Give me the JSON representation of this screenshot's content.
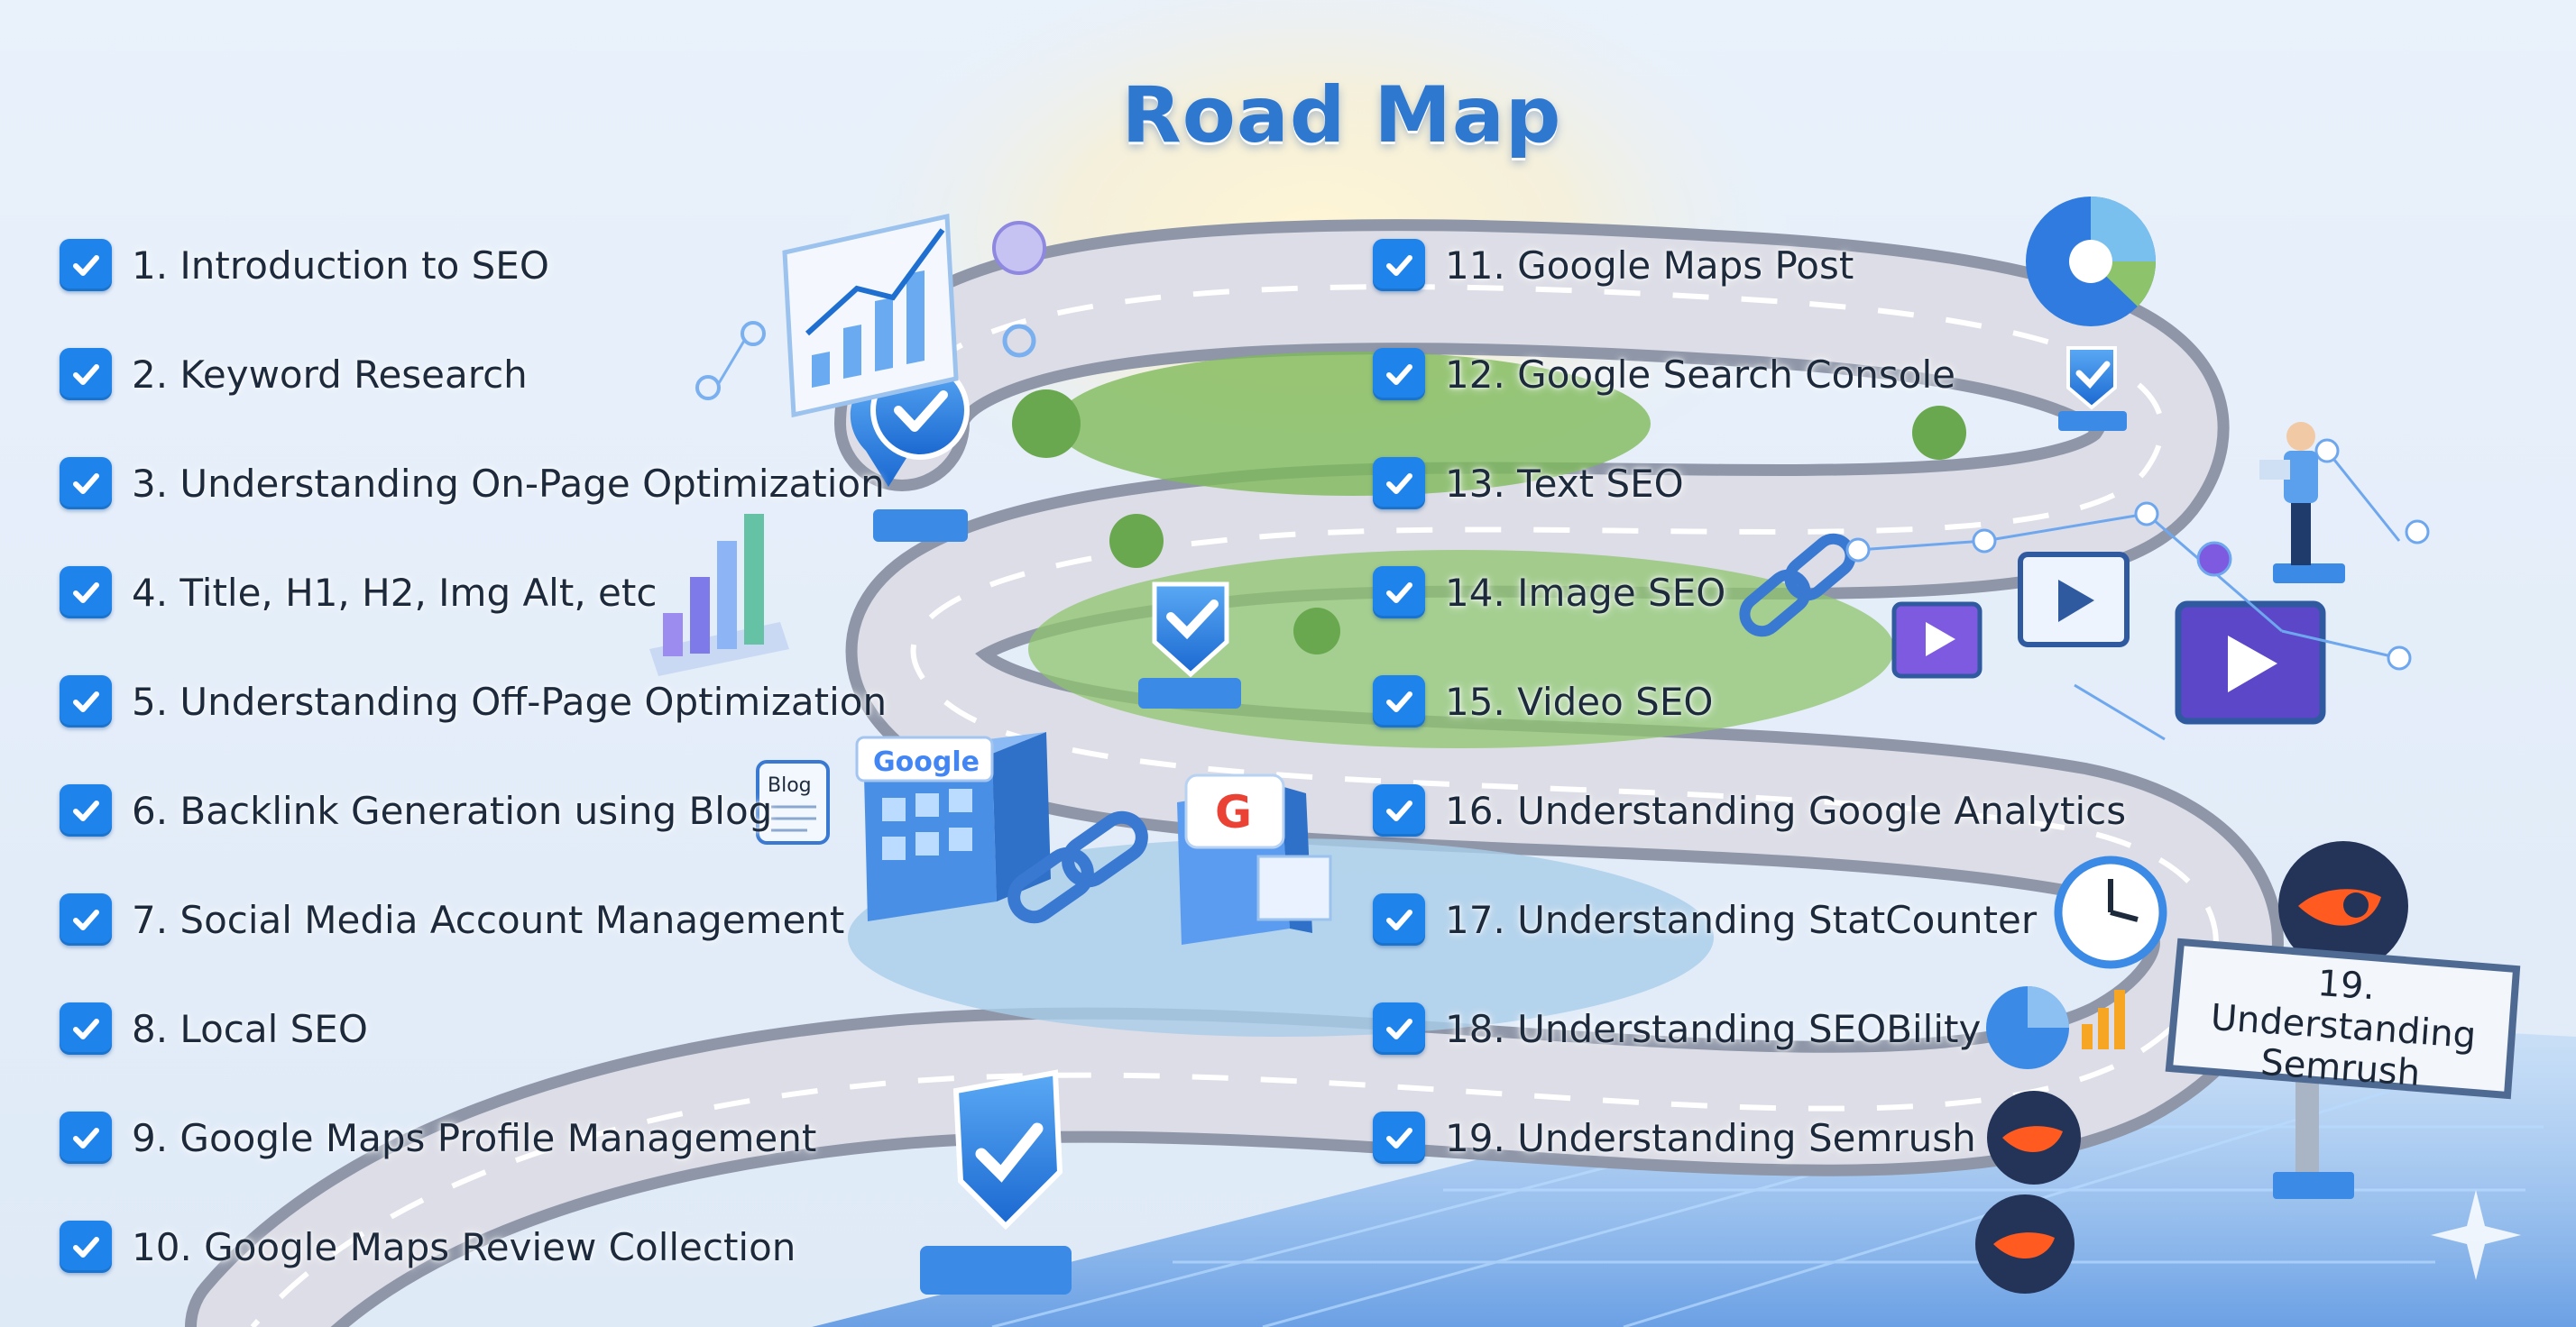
{
  "title": "Road Map",
  "left_items": [
    "1. Introduction to SEO",
    "2. Keyword Research",
    "3. Understanding On-Page Optimization",
    "4. Title, H1, H2, Img Alt, etc",
    "5. Understanding Off-Page Optimization",
    "6. Backlink Generation using Blog",
    "7. Social Media Account Management",
    "8. Local SEO",
    "9. Google Maps Profile Management",
    "10. Google Maps Review Collection"
  ],
  "right_items": [
    "11. Google Maps Post",
    "12. Google Search Console",
    "13. Text SEO",
    "14. Image SEO",
    "15. Video SEO",
    "16. Understanding Google Analytics",
    "17. Understanding StatCounter",
    "18. Understanding SEOBility",
    "19. Understanding Semrush"
  ],
  "illustration": {
    "blog_label": "Blog",
    "google_label": "Google",
    "google_letter": "G",
    "sign_text": "19. Understanding Semrush",
    "colors": {
      "accent": "#2f78d0",
      "checkbox": "#1e83ea",
      "road": "#d9d9e0",
      "grass": "#7fba5a",
      "semrush_orange": "#ff5a1f"
    },
    "icons": [
      "bar-chart-icon",
      "pie-chart-icon",
      "map-pin-check-icon",
      "link-chain-icon",
      "video-play-icon",
      "clock-icon",
      "semrush-logo-icon",
      "person-with-laptop-icon"
    ]
  }
}
